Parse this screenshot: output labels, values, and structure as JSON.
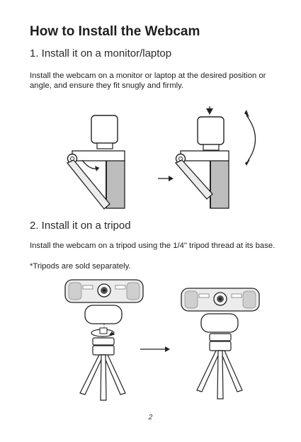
{
  "page": {
    "title": "How to Install the Webcam",
    "section1": {
      "heading": "1. Install it on a monitor/laptop",
      "text": "Install the webcam on a monitor or laptop at the desired position or angle, and ensure they fit snugly and firmly."
    },
    "section2": {
      "heading": "2. Install it on a tripod",
      "text": "Install the webcam on a tripod using the 1/4\" tripod thread at its base.",
      "note": "*Tripods are sold separately."
    },
    "page_number": "2"
  },
  "icons": [
    "webcam-icon",
    "monitor-icon",
    "tripod-icon",
    "arrow-right-icon",
    "arrow-down-icon",
    "rotate-arrow-icon"
  ],
  "colors": {
    "text": "#222222",
    "line": "#222222",
    "fill_gray": "#bdbdbd",
    "fill_light": "#ececec"
  }
}
